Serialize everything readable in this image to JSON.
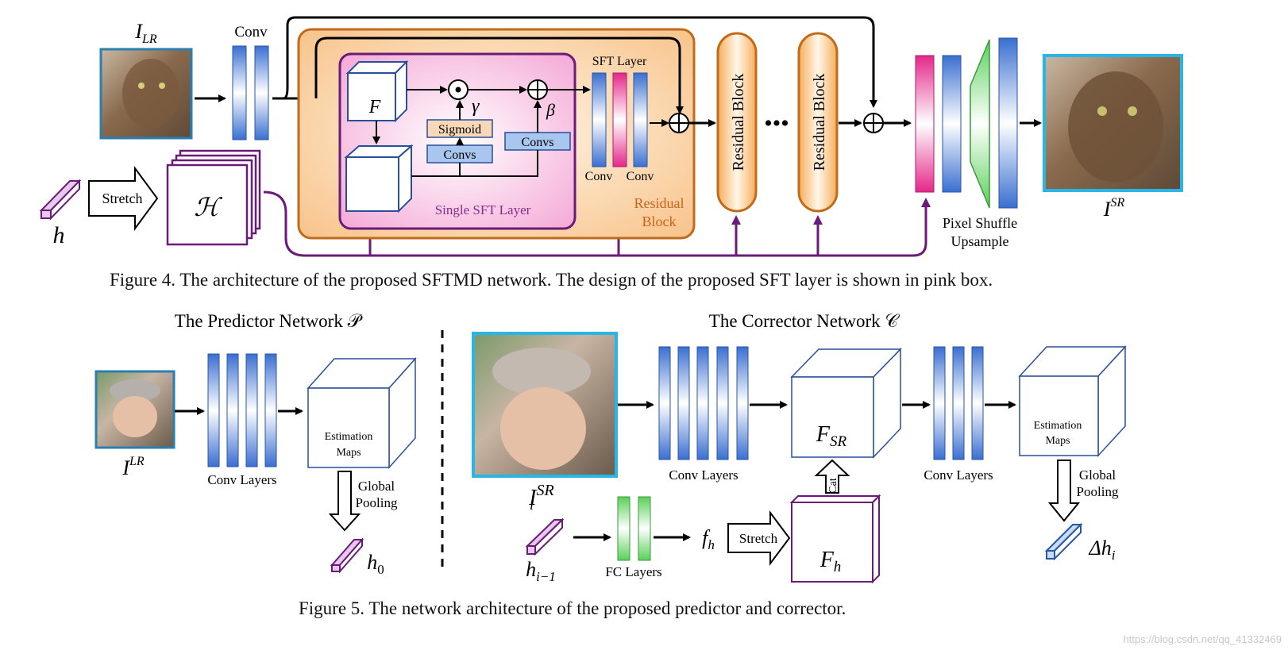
{
  "figure4": {
    "input_label": "I",
    "input_sub": "LR",
    "conv_label": "Conv",
    "h_label": "h",
    "stretch_label": "Stretch",
    "H_label": "ℋ",
    "F_label": "F",
    "gamma_label": "γ",
    "beta_label": "β",
    "sigmoid_label": "Sigmoid",
    "convs_label_1": "Convs",
    "convs_label_2": "Convs",
    "single_sft_label": "Single SFT Layer",
    "sft_layer_label": "SFT Layer",
    "conv_a": "Conv",
    "conv_b": "Conv",
    "residual_block_label_1": "Residual",
    "residual_block_label_2": "Block",
    "res_block_1": "Residual Block",
    "res_block_2": "Residual Block",
    "dots": "•••",
    "pixel_shuffle_1": "Pixel Shuffle",
    "pixel_shuffle_2": "Upsample",
    "output_label": "I",
    "output_sup": "SR",
    "caption": "Figure 4. The architecture of the proposed SFTMD network. The design of the proposed SFT layer is shown in pink box."
  },
  "figure5": {
    "predictor_title": "The Predictor Network 𝒫",
    "corrector_title": "The Corrector Network 𝒞",
    "pred_input_label": "I",
    "pred_input_sup": "LR",
    "conv_layers_1": "Conv Layers",
    "estimation_maps_1a": "Estimation",
    "estimation_maps_1b": "Maps",
    "global_pooling_1a": "Global",
    "global_pooling_1b": "Pooling",
    "h0_label": "h",
    "h0_sub": "0",
    "corr_input_label": "I",
    "corr_input_sub": "i",
    "corr_input_sup": "SR",
    "hprev_label": "h",
    "hprev_sub": "i−1",
    "fc_layers": "FC Layers",
    "fh_label": "f",
    "fh_sub": "h",
    "stretch_label": "Stretch",
    "Fh_label": "F",
    "Fh_sub": "h",
    "cat_label": "Cat",
    "conv_layers_2": "Conv Layers",
    "conv_layers_3": "Conv Layers",
    "FSR_label": "F",
    "FSR_sub": "SR",
    "estimation_maps_2a": "Estimation",
    "estimation_maps_2b": "Maps",
    "global_pooling_2a": "Global",
    "global_pooling_2b": "Pooling",
    "dh_label": "Δh",
    "dh_sub": "i",
    "caption": "Figure 5. The network architecture of the proposed predictor and corrector."
  },
  "watermark": "https://blog.csdn.net/qq_41332469",
  "colors": {
    "blue_conv": "#4a7fd6",
    "pink_sft": "#e4418e",
    "purple": "#6a1b78",
    "orange_box": "#f7b874",
    "pink_box": "#f7bfe0",
    "green": "#4cc34c",
    "cyan_border": "#29b6e6"
  }
}
